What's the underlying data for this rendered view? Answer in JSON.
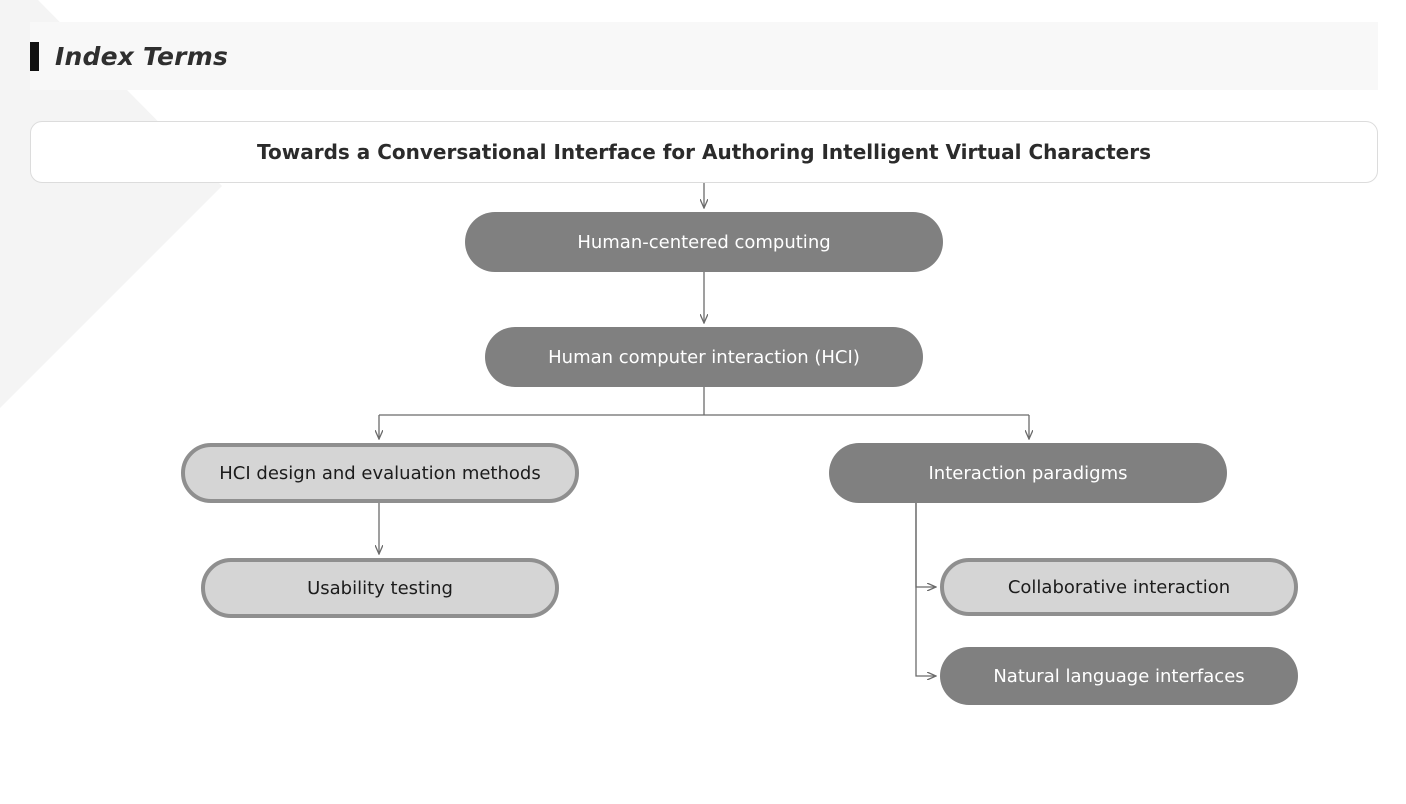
{
  "header": {
    "title": "Index Terms",
    "accent_color": "#111111",
    "band_color": "#f8f8f8"
  },
  "paper": {
    "title": "Towards a Conversational Interface for Authoring Intelligent Virtual Characters"
  },
  "colors": {
    "node_dark_fill": "#808080",
    "node_dark_text": "#ffffff",
    "node_light_fill": "#d5d5d5",
    "node_light_border": "#8f8f8f",
    "node_light_text": "#1c1c1c",
    "connector": "#6b6b6b",
    "card_border": "#dcdcdc",
    "deco_shape": "#f4f4f4"
  },
  "taxonomy": {
    "root_label": "Towards a Conversational Interface for Authoring Intelligent Virtual Characters",
    "nodes": [
      {
        "id": "hcc",
        "label": "Human-centered computing",
        "level": 1,
        "style": "dark"
      },
      {
        "id": "hci",
        "label": "Human computer interaction (HCI)",
        "level": 2,
        "style": "dark"
      },
      {
        "id": "methods",
        "label": "HCI design and evaluation methods",
        "level": 3,
        "style": "light"
      },
      {
        "id": "paradigms",
        "label": "Interaction paradigms",
        "level": 3,
        "style": "dark"
      },
      {
        "id": "usability",
        "label": "Usability testing",
        "level": 4,
        "style": "light"
      },
      {
        "id": "collab",
        "label": "Collaborative interaction",
        "level": 4,
        "style": "light"
      },
      {
        "id": "nli",
        "label": "Natural language interfaces",
        "level": 4,
        "style": "dark"
      }
    ],
    "edges": [
      {
        "from": "root",
        "to": "hcc",
        "type": "vertical"
      },
      {
        "from": "hcc",
        "to": "hci",
        "type": "vertical"
      },
      {
        "from": "hci",
        "to": "methods",
        "type": "split-left"
      },
      {
        "from": "hci",
        "to": "paradigms",
        "type": "split-right"
      },
      {
        "from": "methods",
        "to": "usability",
        "type": "vertical"
      },
      {
        "from": "paradigms",
        "to": "collab",
        "type": "elbow-right"
      },
      {
        "from": "paradigms",
        "to": "nli",
        "type": "elbow-right"
      }
    ]
  }
}
